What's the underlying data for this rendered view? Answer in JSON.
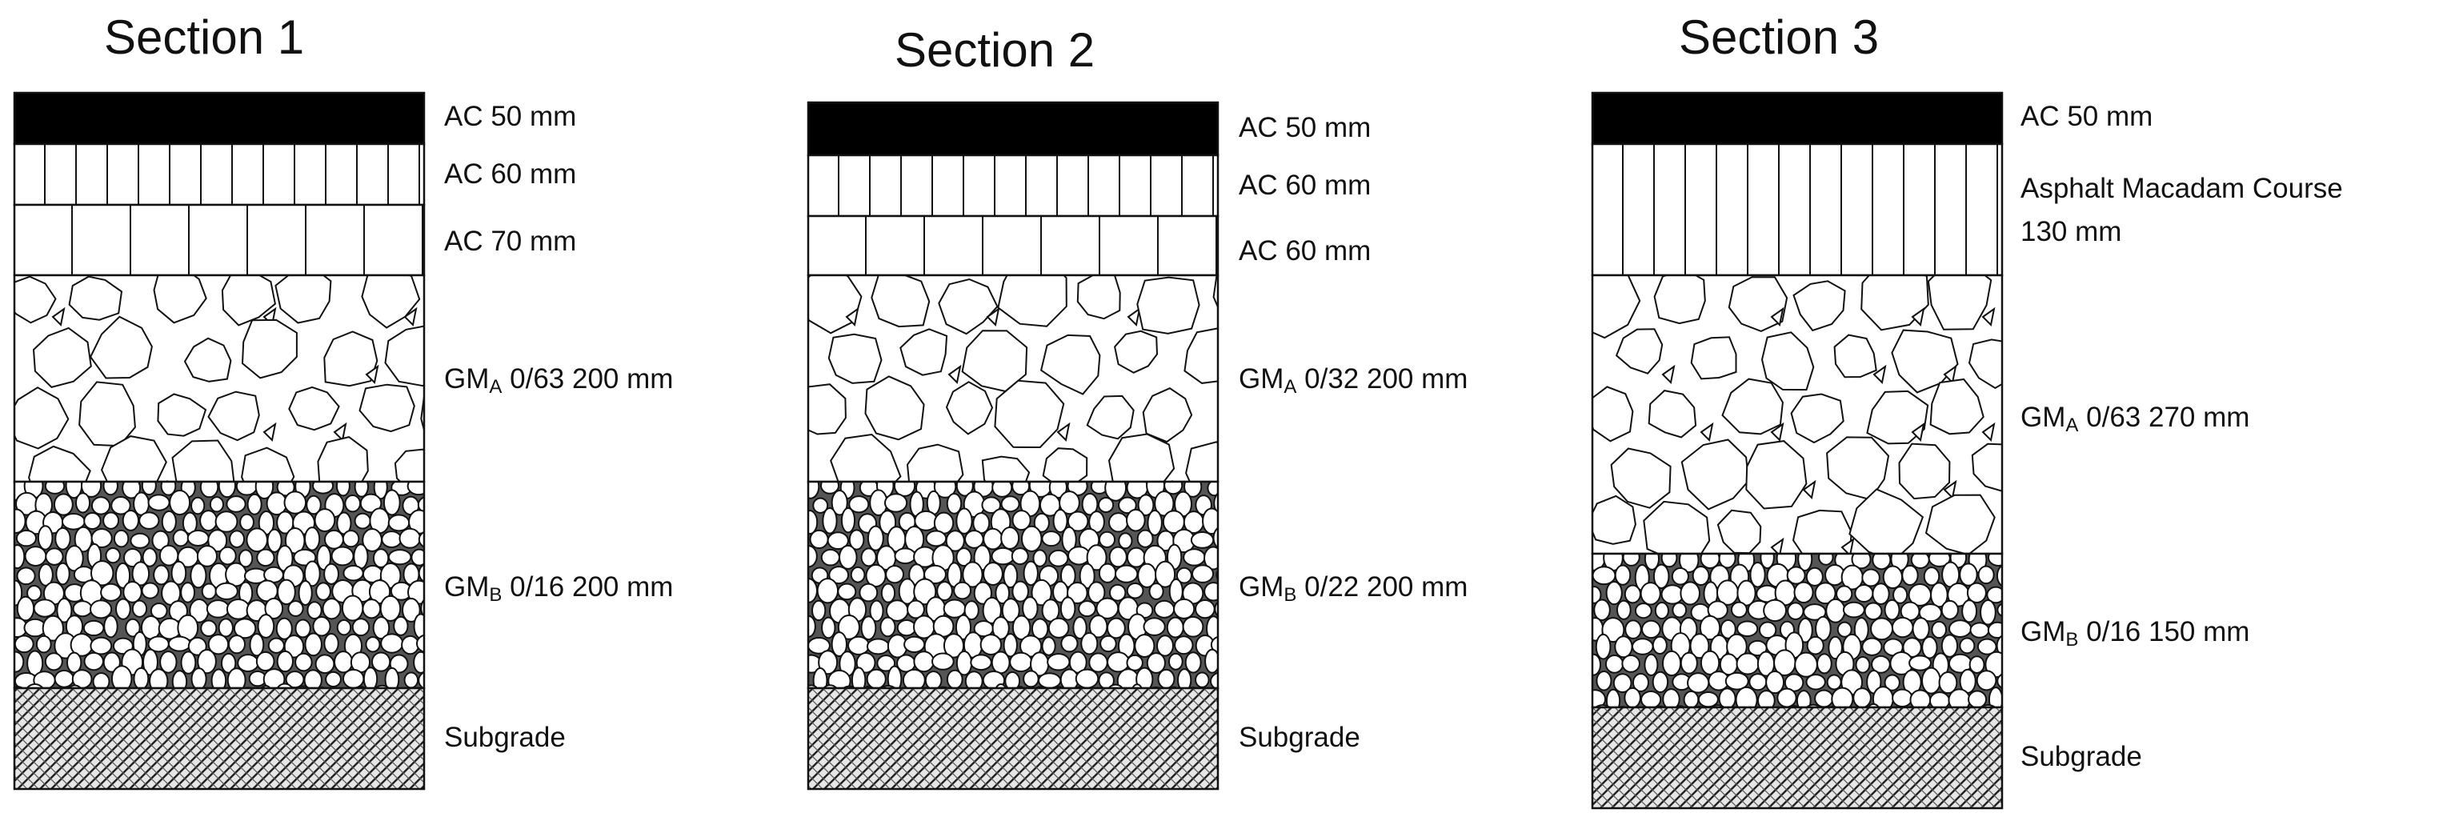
{
  "sections": [
    {
      "title": "Section 1",
      "layers": [
        {
          "kind": "ac_solid",
          "label": "AC 50 mm"
        },
        {
          "kind": "ac_vert",
          "label": "AC 60 mm"
        },
        {
          "kind": "ac_block",
          "label": "AC 70 mm"
        },
        {
          "kind": "gm_coarse",
          "label_main": "GM",
          "label_sub": "A",
          "label_rest": " 0/63 200 mm"
        },
        {
          "kind": "gm_fine",
          "label_main": "GM",
          "label_sub": "B",
          "label_rest": " 0/16 200 mm"
        },
        {
          "kind": "subgrade",
          "label": "Subgrade"
        }
      ]
    },
    {
      "title": "Section 2",
      "layers": [
        {
          "kind": "ac_solid",
          "label": "AC 50 mm"
        },
        {
          "kind": "ac_vert",
          "label": "AC 60 mm"
        },
        {
          "kind": "ac_block",
          "label": "AC 60 mm"
        },
        {
          "kind": "gm_coarse",
          "label_main": "GM",
          "label_sub": "A",
          "label_rest": " 0/32 200 mm"
        },
        {
          "kind": "gm_fine",
          "label_main": "GM",
          "label_sub": "B",
          "label_rest": " 0/22 200 mm"
        },
        {
          "kind": "subgrade",
          "label": "Subgrade"
        }
      ]
    },
    {
      "title": "Section 3",
      "layers": [
        {
          "kind": "ac_solid",
          "label": "AC 50 mm"
        },
        {
          "kind": "ac_vert_tall",
          "label_line1": "Asphalt Macadam Course",
          "label_line2": "130 mm"
        },
        {
          "kind": "gm_coarse",
          "label_main": "GM",
          "label_sub": "A",
          "label_rest": " 0/63 270 mm"
        },
        {
          "kind": "gm_fine",
          "label_main": "GM",
          "label_sub": "B",
          "label_rest": " 0/16 150 mm"
        },
        {
          "kind": "subgrade",
          "label": "Subgrade"
        }
      ]
    }
  ]
}
